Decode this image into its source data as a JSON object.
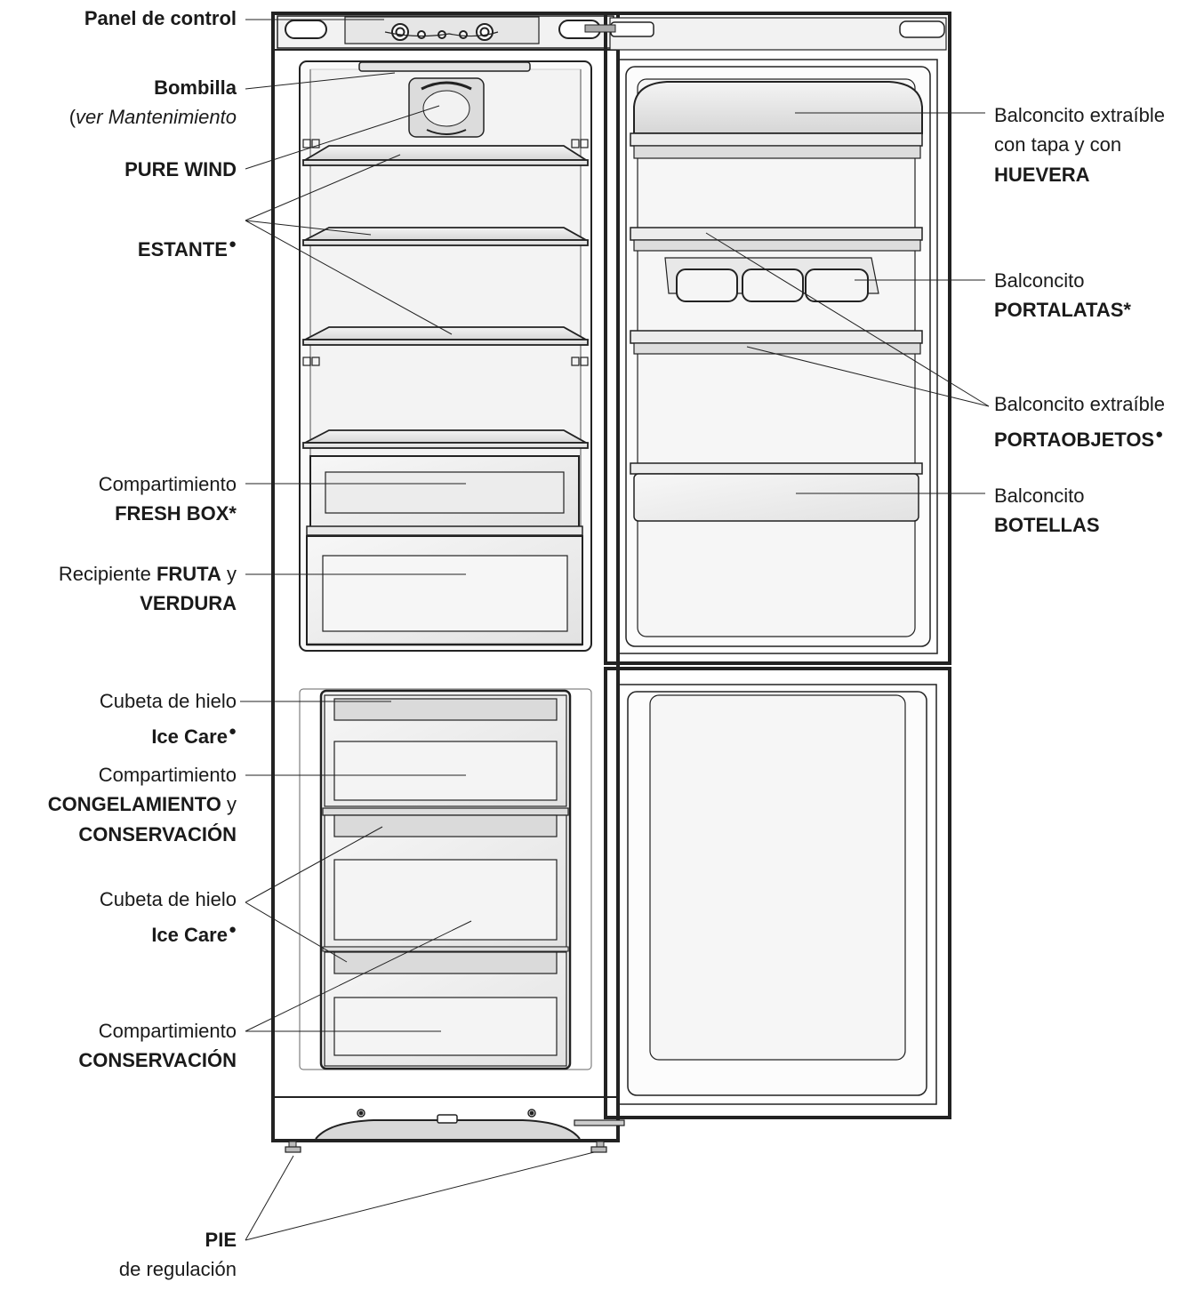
{
  "labels": {
    "panel": "Panel de control",
    "bombilla": "Bombilla",
    "bombilla_note_open": "(",
    "bombilla_note": "ver Mantenimiento",
    "pure_wind": "PURE WIND",
    "estante": "ESTANTE",
    "bullet": "●",
    "fresh_box_1": "Compartimiento",
    "fresh_box_2": "FRESH BOX*",
    "fruta_pre": "Recipiente ",
    "fruta_bold": "FRUTA",
    "fruta_post": " y",
    "verdura": "VERDURA",
    "cubeta1_1": "Cubeta de hielo",
    "cubeta1_2": "Ice Care",
    "congel_1": "Compartimiento",
    "congel_2_bold": "CONGELAMIENTO",
    "congel_2_post": " y",
    "congel_3": "CONSERVACIÓN",
    "cubeta2_1": "Cubeta de hielo",
    "cubeta2_2": "Ice Care",
    "conserv_1": "Compartimiento",
    "conserv_2": "CONSERVACIÓN",
    "pie_1": "PIE",
    "pie_2": "de regulación",
    "huevera_1": "Balconcito extraíble",
    "huevera_2": "con tapa y con",
    "huevera_3": "HUEVERA",
    "portalatas_1": "Balconcito",
    "portalatas_2": "PORTALATAS*",
    "portaobjetos_1": "Balconcito extraíble",
    "portaobjetos_2": "PORTAOBJETOS",
    "botellas_1": "Balconcito",
    "botellas_2": "BOTELLAS"
  }
}
